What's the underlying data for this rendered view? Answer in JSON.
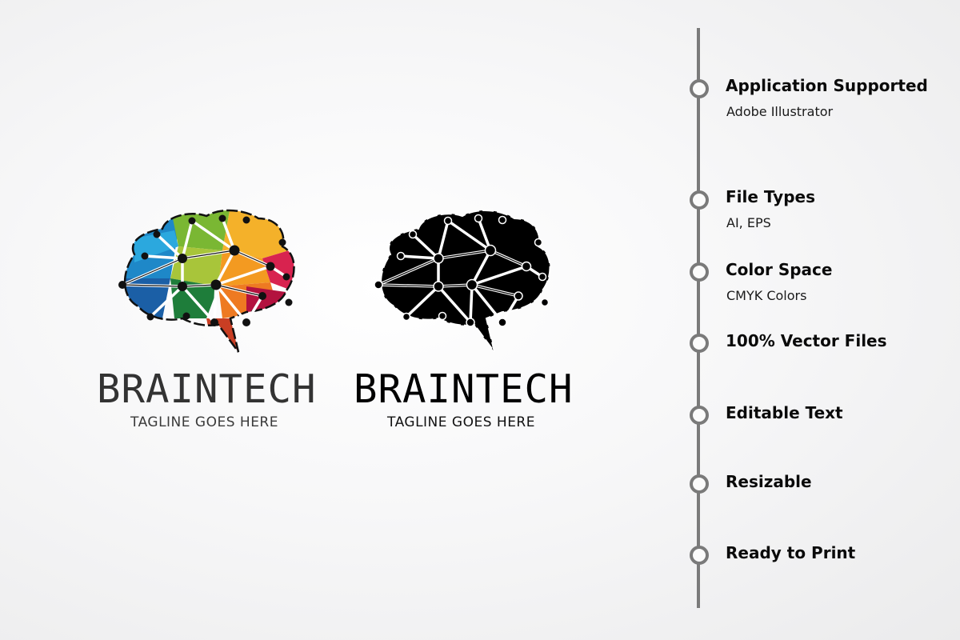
{
  "logos": [
    {
      "variant": "color",
      "brand_name": "BRAINTECH",
      "tagline": "TAGLINE GOES HERE",
      "colors": [
        "#1b5fa6",
        "#1e88c8",
        "#2ba8de",
        "#7ab733",
        "#a8c53a",
        "#1e7d3a",
        "#f4b12a",
        "#f39a21",
        "#ee7a22",
        "#e5502a",
        "#c93e23",
        "#d8234f",
        "#b3123f"
      ]
    },
    {
      "variant": "black",
      "brand_name": "BRAINTECH",
      "tagline": "TAGLINE GOES HERE",
      "colors": [
        "#000000"
      ]
    }
  ],
  "features": [
    {
      "title": "Application Supported",
      "subtitle": "Adobe Illustrator"
    },
    {
      "title": "File Types",
      "subtitle": "AI, EPS"
    },
    {
      "title": "Color Space",
      "subtitle": "CMYK Colors"
    },
    {
      "title": "100% Vector Files",
      "subtitle": ""
    },
    {
      "title": "Editable Text",
      "subtitle": ""
    },
    {
      "title": "Resizable",
      "subtitle": ""
    },
    {
      "title": "Ready to Print",
      "subtitle": ""
    }
  ],
  "timeline": {
    "line_color": "#7a7a7a"
  }
}
